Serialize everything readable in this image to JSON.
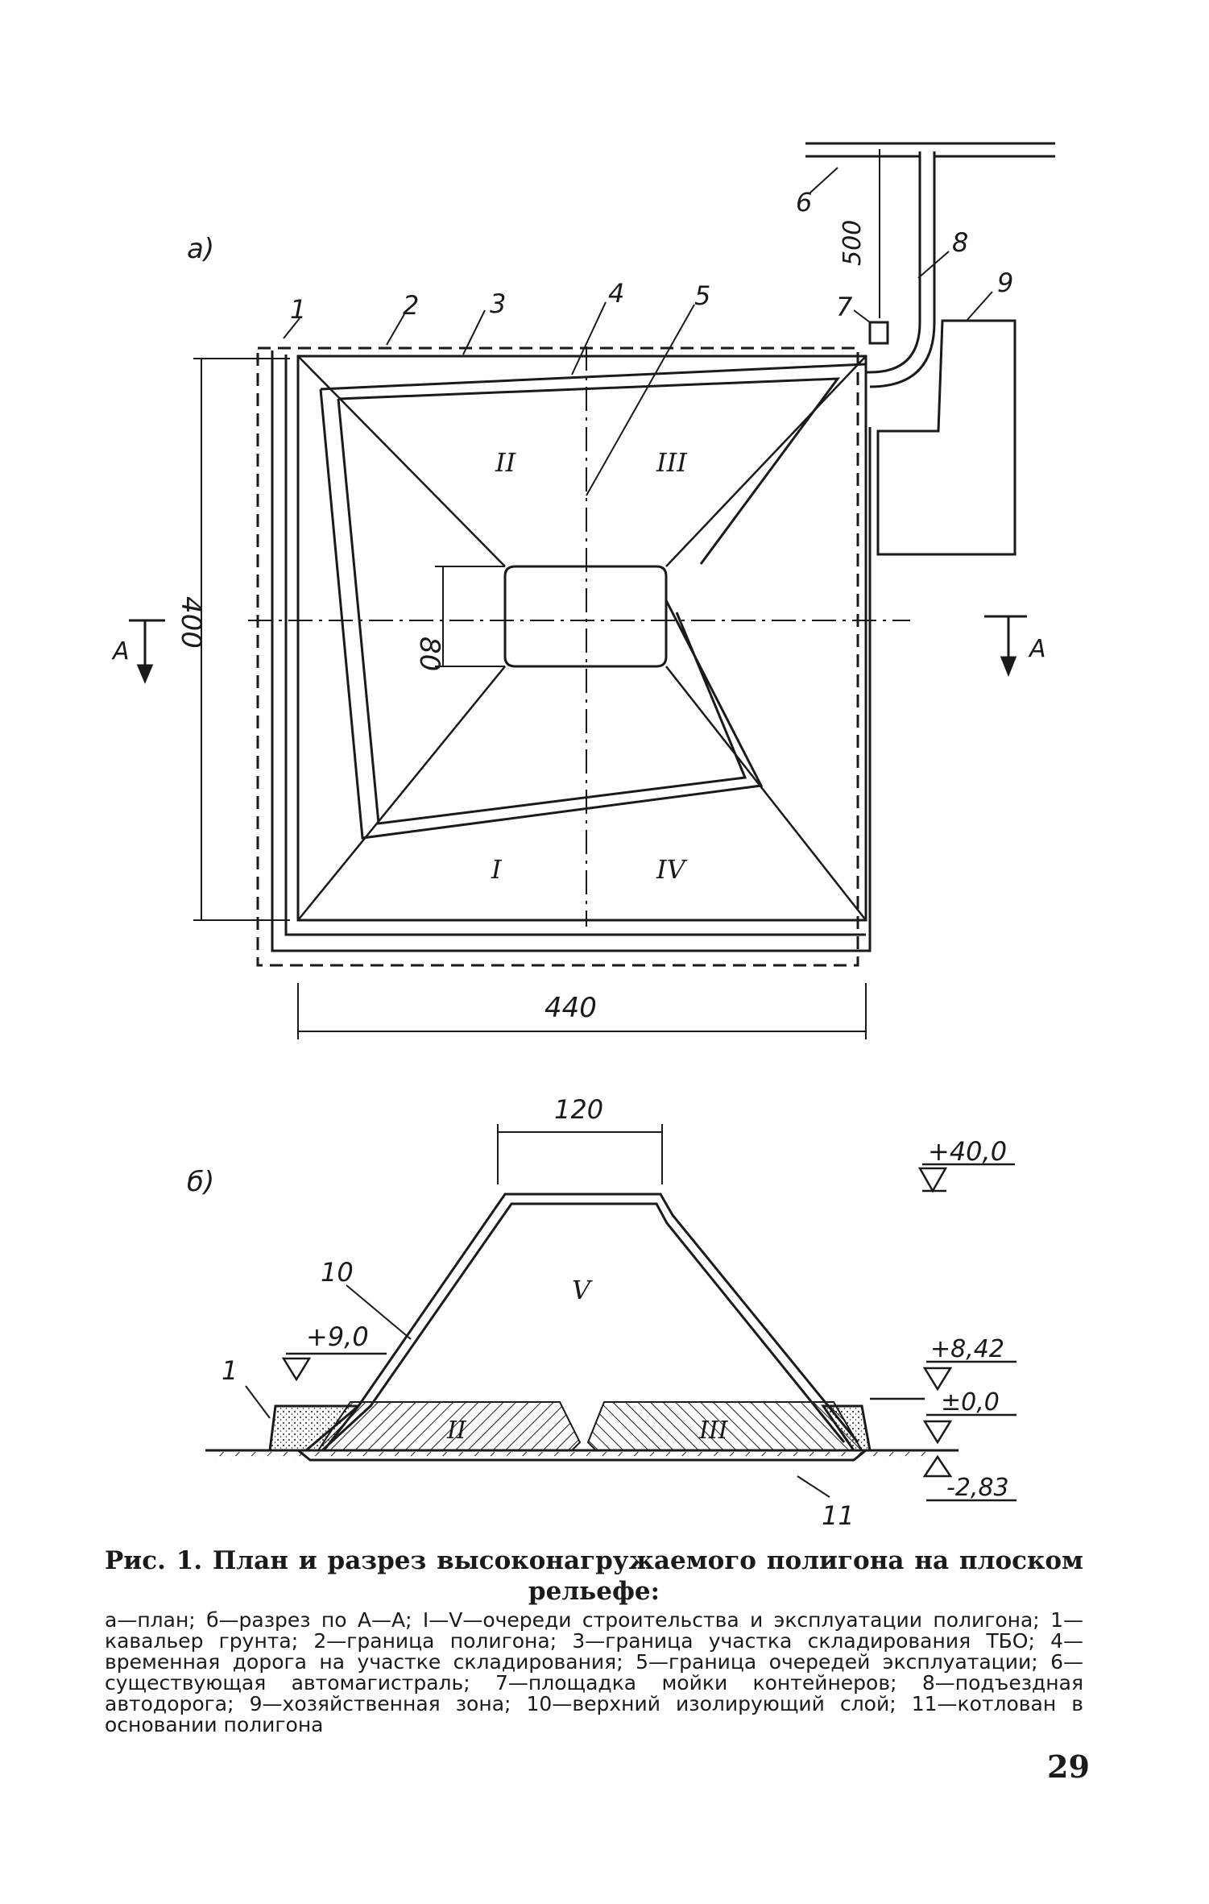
{
  "figure": {
    "panel_a_label": "а)",
    "panel_b_label": "б)",
    "callouts": [
      "1",
      "2",
      "3",
      "4",
      "5",
      "6",
      "7",
      "8",
      "9",
      "10",
      "11"
    ],
    "zones": [
      "II",
      "III",
      "I",
      "IV",
      "V"
    ],
    "section_zones": [
      "II",
      "III"
    ],
    "dimensions": {
      "height": "400",
      "width": "440",
      "center": "80",
      "road": "500",
      "top": "120"
    },
    "section_marks": [
      "A",
      "A"
    ],
    "elevations": [
      "+40,0",
      "+9,0",
      "+8,42",
      "±0,0",
      "-2,83"
    ]
  },
  "caption": {
    "title": "Рис. 1. План и разрез высоконагружаемого полигона на плоском рельефе:",
    "text": "а—план; б—разрез по А—А; I—V—очереди строительства и эксплуатации полигона; 1—кавальер грунта; 2—граница полигона; 3—граница участка складирования ТБО; 4—временная дорога на участке складирования; 5—граница очередей эксплуатации; 6—существующая автомагистраль; 7—площадка мойки контейнеров; 8—подъездная автодорога; 9—хозяйственная зона; 10—верхний изолирующий слой; 11—котлован в основании полигона"
  },
  "page_number": "29"
}
